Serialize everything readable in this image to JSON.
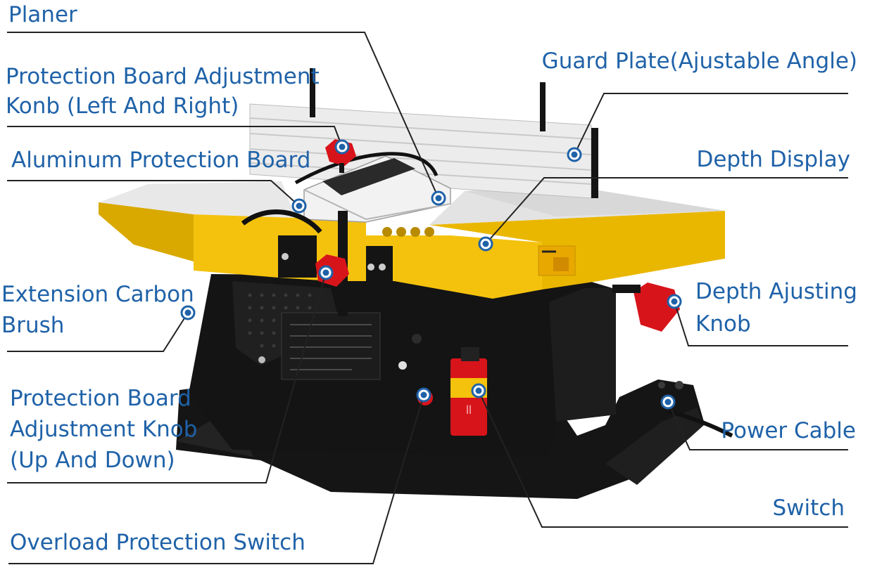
{
  "labels": {
    "planer": "Planer",
    "protection_board_adjustment_knob_lr_line1": "Protection Board Adjustment",
    "protection_board_adjustment_knob_lr_line2": "Konb (Left And Right)",
    "aluminum_protection_board": "Aluminum Protection Board",
    "extension_carbon_brush_line1": "Extension Carbon",
    "extension_carbon_brush_line2": "Brush",
    "protection_board_adjustment_knob_ud_line1": "Protection Board",
    "protection_board_adjustment_knob_ud_line2": "Adjustment Knob",
    "protection_board_adjustment_knob_ud_line3": "(Up And Down)",
    "overload_protection_switch": "Overload Protection Switch",
    "guard_plate": "Guard Plate(Ajustable Angle)",
    "depth_display": "Depth Display",
    "depth_adjusting_knob_line1": "Depth Ajusting",
    "depth_adjusting_knob_line2": "Knob",
    "power_cable": "Power Cable",
    "switch": "Switch"
  },
  "colors": {
    "label_text": "#1f62a8",
    "leader_line": "#222222",
    "marker": "#1f62a8",
    "machine_yellow": "#f4c20d",
    "machine_black": "#141414",
    "table_silver": "#e6e6e6",
    "knob_red": "#d8141b"
  }
}
